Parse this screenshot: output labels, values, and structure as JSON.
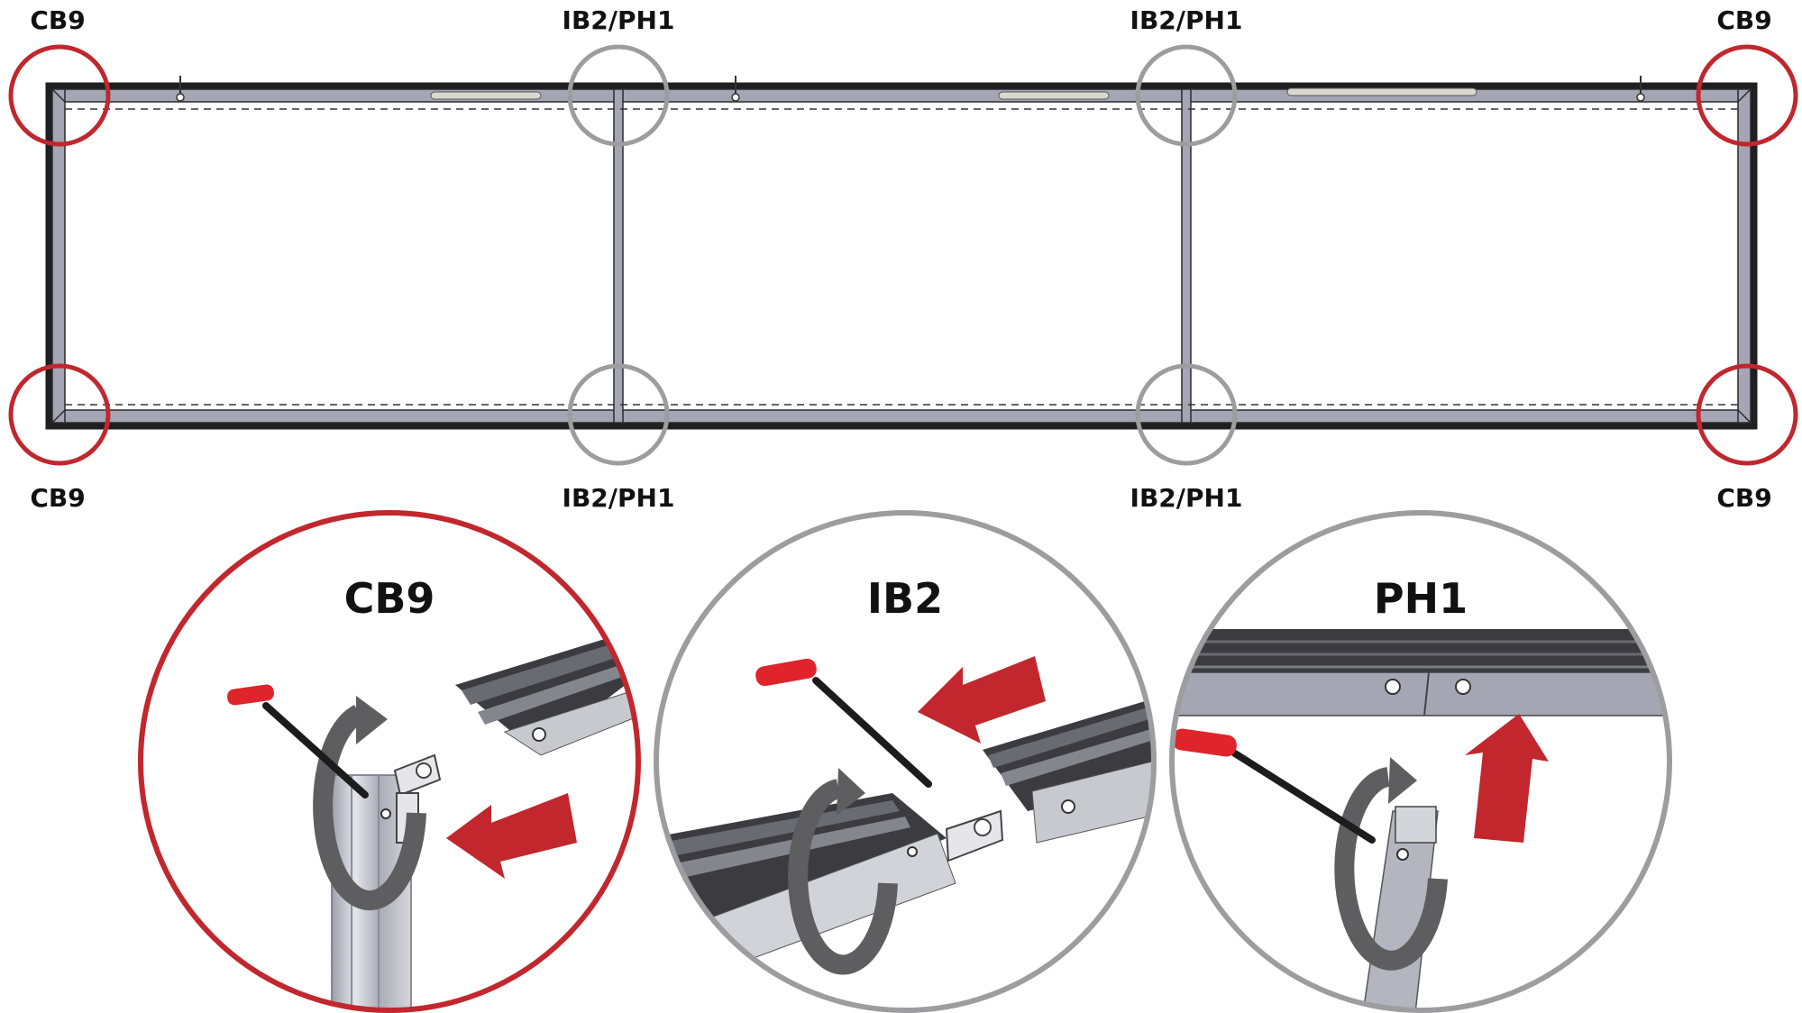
{
  "labels": {
    "corner": "CB9",
    "joint": "IB2/PH1"
  },
  "details": {
    "cb9_title": "CB9",
    "ib2_title": "IB2",
    "ph1_title": "PH1"
  },
  "colors": {
    "corner_ring": "#c1272d",
    "joint_ring": "#9d9da0",
    "frame_fill": "#a4a6b4",
    "frame_edge": "#1f1f22",
    "arrow": "#c1272d",
    "rotate_arrow": "#5e5e60",
    "tool_handle": "#e0242b",
    "tool_shaft": "#1c1c1c",
    "extrusion_dark": "#3b3b40",
    "extrusion_light": "#c8c9cf"
  },
  "icons": [
    "rotate-arrow-icon",
    "push-arrow-icon",
    "hex-key-icon"
  ]
}
